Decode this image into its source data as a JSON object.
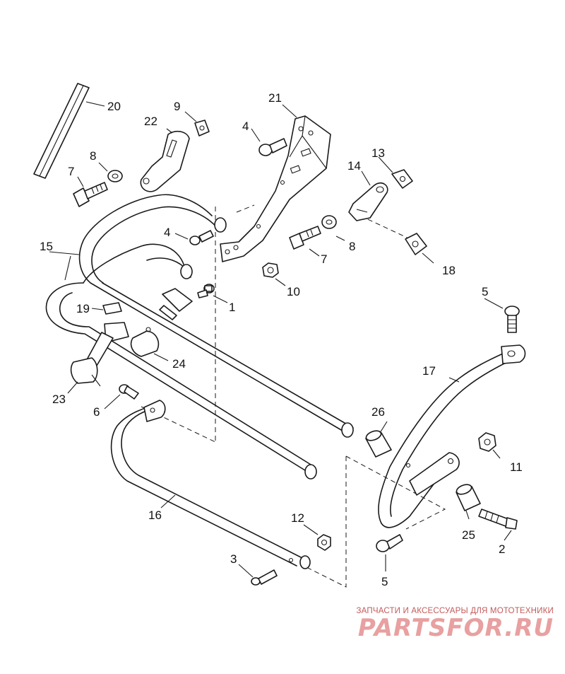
{
  "callouts": {
    "c1": "1",
    "c2": "2",
    "c3": "3",
    "c4a": "4",
    "c4b": "4",
    "c5a": "5",
    "c5b": "5",
    "c6": "6",
    "c7a": "7",
    "c7b": "7",
    "c8a": "8",
    "c8b": "8",
    "c9": "9",
    "c10": "10",
    "c11": "11",
    "c12": "12",
    "c13": "13",
    "c14": "14",
    "c15": "15",
    "c16": "16",
    "c17": "17",
    "c18": "18",
    "c19": "19",
    "c20": "20",
    "c21": "21",
    "c22": "22",
    "c23": "23",
    "c24": "24",
    "c25": "25",
    "c26": "26"
  },
  "watermark": {
    "caption": "ЗАПЧАСТИ И АКСЕССУАРЫ ДЛЯ МОТОТЕХНИКИ",
    "logo": "PARTSFOR.RU"
  },
  "colors": {
    "line": "#1a1a1a",
    "watermark": "#e8a0a0"
  }
}
